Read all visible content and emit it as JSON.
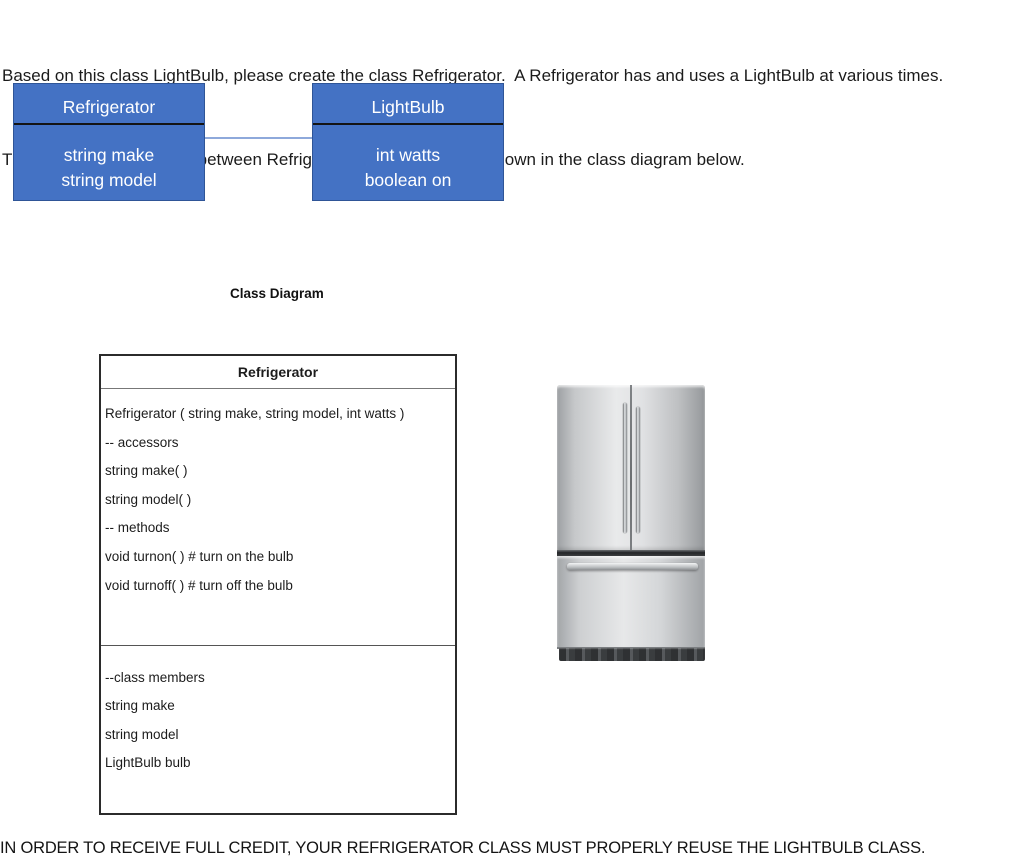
{
  "page": {
    "intro_lines": [
      "Based on this class LightBulb, please create the class Refrigerator.  A Refrigerator has and uses a LightBulb at various times.",
      "The intended relationship between Refrigerator and LightBulb is shown in the class diagram below."
    ],
    "footer": "IN ORDER TO RECEIVE FULL CREDIT, YOUR REFRIGERATOR CLASS MUST PROPERLY REUSE THE LIGHTBULB CLASS."
  },
  "mini_diagram": {
    "refrigerator": {
      "title": "Refrigerator",
      "attrs": [
        "string make",
        "string model"
      ]
    },
    "lightbulb": {
      "title": "LightBulb",
      "attrs": [
        "int watts",
        "boolean on"
      ]
    },
    "colors": {
      "box_fill": "#4472C4",
      "box_border": "#2F5597",
      "divider": "#141414",
      "connector": "#8EA9DB",
      "text": "#FFFFFF"
    }
  },
  "class_diagram": {
    "label": "Class Diagram",
    "title": "Refrigerator",
    "section1": [
      "Refrigerator ( string make, string model, int watts )",
      "-- accessors",
      "string make( )",
      "string model( )",
      "-- methods",
      "void turnon( ) # turn on the bulb",
      "void turnoff( ) # turn off the bulb"
    ],
    "section2": [
      "--class members",
      "string make",
      "string model",
      "LightBulb bulb"
    ]
  }
}
